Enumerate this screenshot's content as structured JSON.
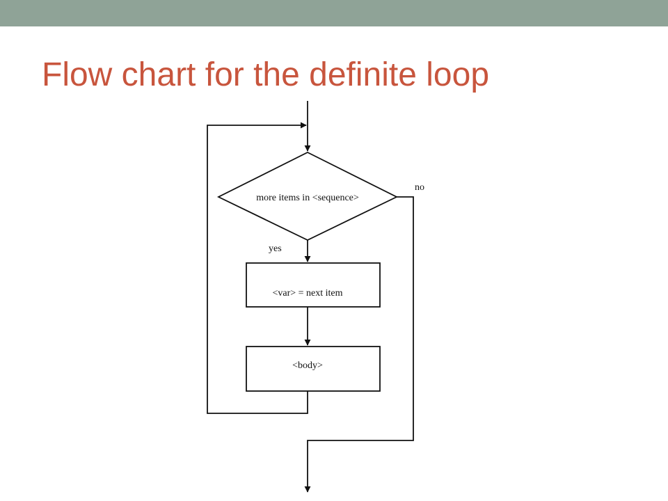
{
  "theme": {
    "accent_band": "#8fa397",
    "title_color": "#c8553d",
    "line_color": "#111111"
  },
  "slide": {
    "title": "Flow chart for the definite loop"
  },
  "flowchart": {
    "decision": {
      "label": "more items in <sequence>"
    },
    "yes_label": "yes",
    "no_label": "no",
    "assign_step": {
      "label": "<var> = next item"
    },
    "body_step": {
      "label": "<body>"
    }
  }
}
